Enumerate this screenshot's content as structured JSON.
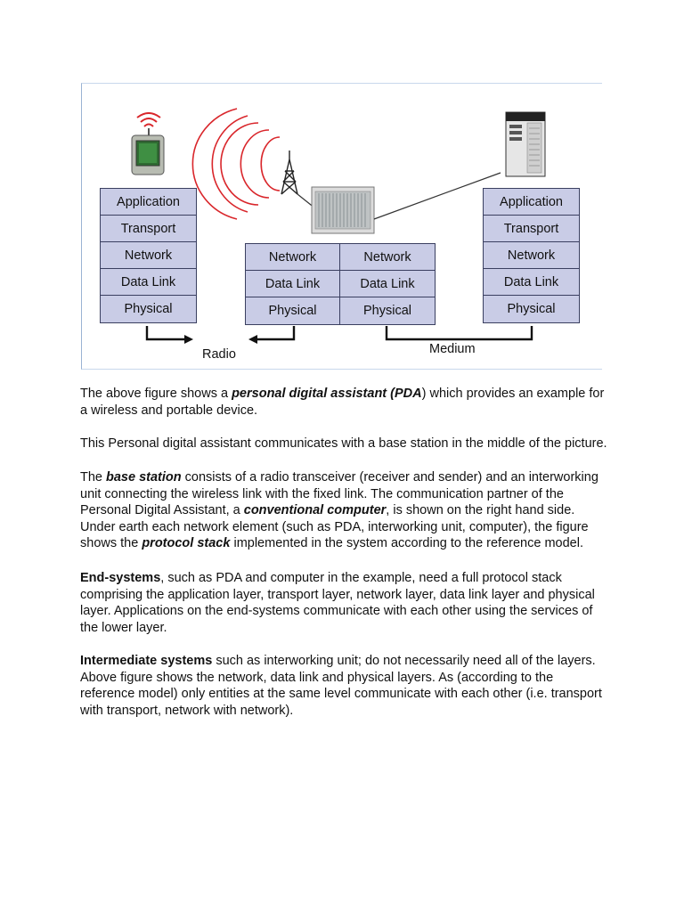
{
  "figure": {
    "left_stack": [
      "Application",
      "Transport",
      "Network",
      "Data Link",
      "Physical"
    ],
    "right_stack": [
      "Application",
      "Transport",
      "Network",
      "Data Link",
      "Physical"
    ],
    "middle_stack": {
      "left": [
        "Network",
        "Data Link",
        "Physical"
      ],
      "right": [
        "Network",
        "Data Link",
        "Physical"
      ]
    },
    "label_radio": "Radio",
    "label_medium": "Medium",
    "colors": {
      "stack_fill": "#c9cce6",
      "stack_border": "#3a3f60",
      "radio_waves": "#d9262b"
    }
  },
  "paragraphs": {
    "p1": {
      "pre": "The above figure shows a ",
      "em": "personal digital assistant (PDA",
      "post": ") which provides an example for a wireless and portable device."
    },
    "p2": "This Personal digital assistant communicates with a base station in the middle of the picture.",
    "p3": {
      "a": "The ",
      "b": "base station",
      "c": " consists of a radio transceiver (receiver and sender) and an interworking unit connecting the wireless link with the fixed link. The communication partner of the Personal Digital Assistant, a ",
      "d": "conventional computer",
      "e": ", is shown on the right hand side. Under earth each network element (such as PDA, interworking unit, computer), the figure shows the ",
      "f": "protocol stack",
      "g": " implemented in the system according to the reference model."
    },
    "p4": {
      "b": "End-systems",
      "rest": ", such as PDA and computer in the example, need a full protocol stack comprising the application layer, transport layer, network layer, data link layer and physical layer. Applications on the end-systems communicate with each other using the services of the lower layer."
    },
    "p5": {
      "b": "Intermediate systems",
      "rest": " such as interworking unit; do not necessarily need all of the layers. Above figure shows the network, data link and physical layers. As (according to the reference model) only entities at the same level communicate with each other (i.e. transport with transport, network with network)."
    }
  }
}
